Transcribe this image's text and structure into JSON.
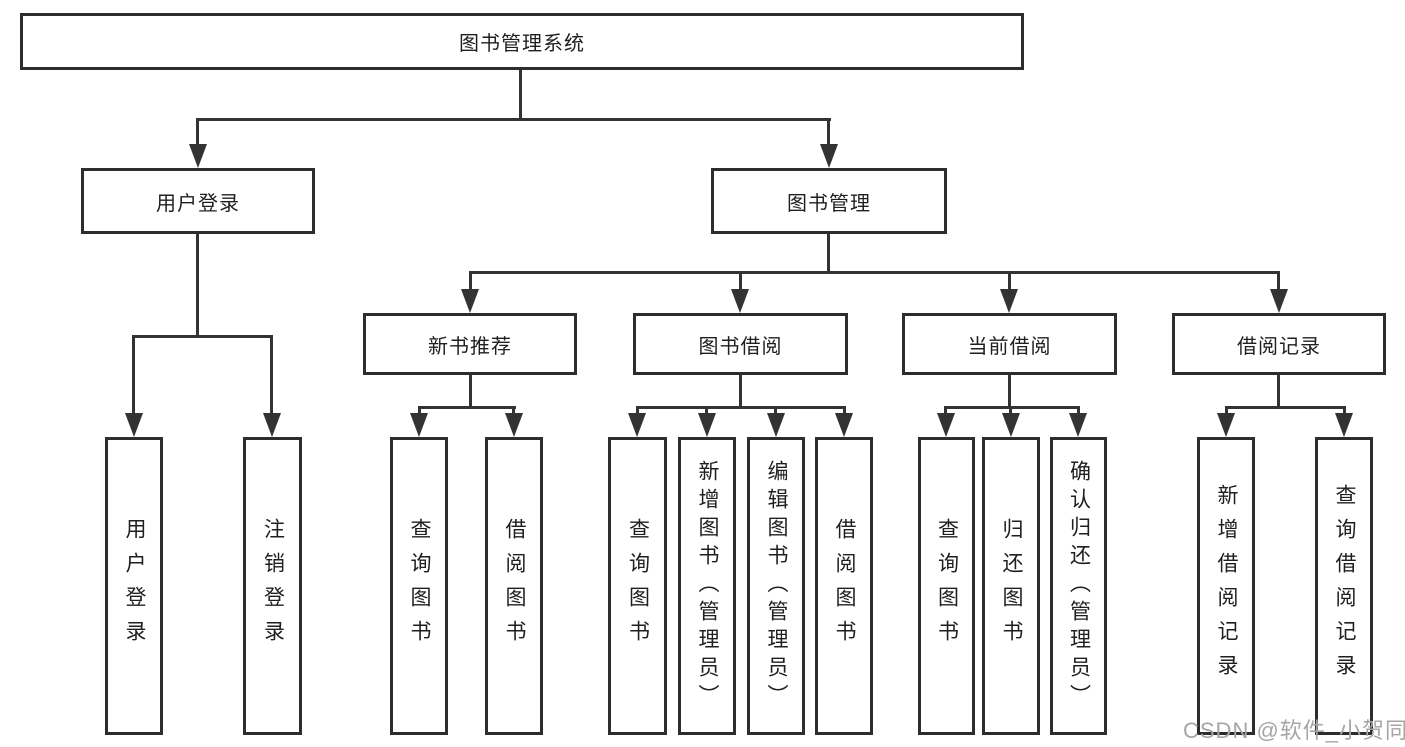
{
  "diagram": {
    "root": "图书管理系统",
    "branches": {
      "user_login": "用户登录",
      "book_mgmt": "图书管理"
    },
    "modules": {
      "new_books": "新书推荐",
      "book_borrow": "图书借阅",
      "current_borrow": "当前借阅",
      "borrow_records": "借阅记录"
    },
    "leaves": {
      "user": [
        "用户登录",
        "注销登录"
      ],
      "new_books": [
        "查询图书",
        "借阅图书"
      ],
      "book_borrow": [
        "查询图书",
        "新增图书（管理员）",
        "编辑图书（管理员）",
        "借阅图书"
      ],
      "current_borrow": [
        "查询图书",
        "归还图书",
        "确认归还（管理员）"
      ],
      "borrow_records": [
        "新增借阅记录",
        "查询借阅记录"
      ]
    }
  },
  "watermark": "CSDN @软件_小贺同学",
  "colors": {
    "line": "#333333",
    "border": "#2d2d2d",
    "text": "#1f1f1f",
    "watermark": "#a6a6a6",
    "background": "#ffffff"
  }
}
